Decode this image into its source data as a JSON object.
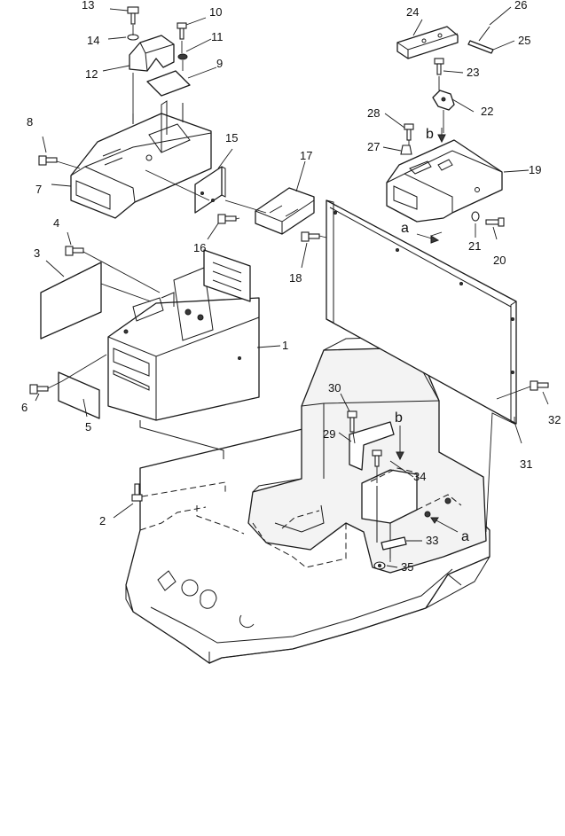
{
  "colors": {
    "line": "#1a1a1a",
    "background": "#ffffff"
  },
  "callouts": {
    "c1": "1",
    "c2": "2",
    "c3": "3",
    "c4": "4",
    "c5": "5",
    "c6": "6",
    "c7": "7",
    "c8": "8",
    "c9": "9",
    "c10": "10",
    "c11": "11",
    "c12": "12",
    "c13": "13",
    "c14": "14",
    "c15": "15",
    "c16": "16",
    "c17": "17",
    "c18": "18",
    "c19": "19",
    "c20": "20",
    "c21": "21",
    "c22": "22",
    "c23": "23",
    "c24": "24",
    "c25": "25",
    "c26": "26",
    "c27": "27",
    "c28": "28",
    "c29": "29",
    "c30": "30",
    "c31": "31",
    "c32": "32",
    "c33": "33",
    "c34": "34",
    "c35": "35"
  },
  "refs": {
    "a1": "a",
    "a2": "a",
    "b1": "b",
    "b2": "b"
  }
}
